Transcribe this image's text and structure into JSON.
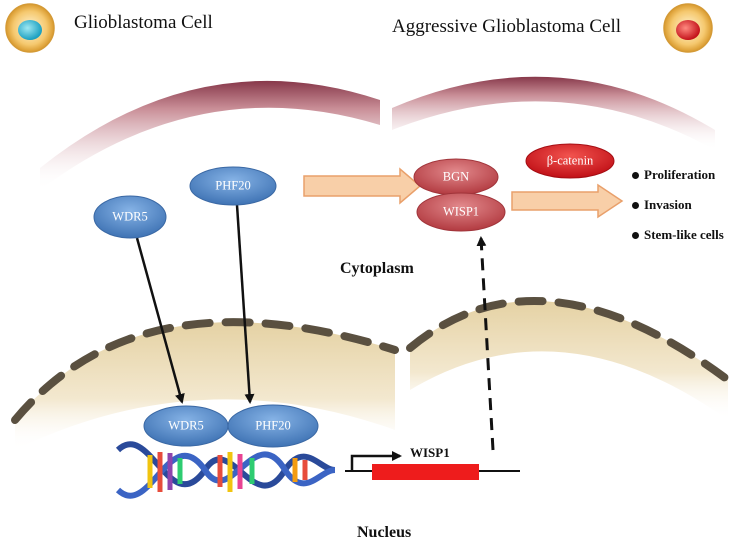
{
  "header": {
    "left_title": "Glioblastoma Cell",
    "right_title": "Aggressive Glioblastoma Cell"
  },
  "compartments": {
    "cytoplasm": "Cytoplasm",
    "nucleus": "Nucleus"
  },
  "proteins": {
    "wdr5": "WDR5",
    "phf20": "PHF20",
    "wdr5_nuclear": "WDR5",
    "phf20_nuclear": "PHF20",
    "bgn": "BGN",
    "wisp1": "WISP1",
    "beta_catenin": "β-catenin"
  },
  "gene": {
    "label": "WISP1"
  },
  "outcomes": [
    {
      "label": "Proliferation"
    },
    {
      "label": "Invasion"
    },
    {
      "label": "Stem-like cells"
    }
  ],
  "colors": {
    "protein_blue": "#4f86c6",
    "protein_red": "#c0484d",
    "beta_catenin_red": "#d4151c",
    "gene_red": "#ee1c1c",
    "arrow_fill": "#f8cfa8",
    "arrow_stroke": "#e9a06b",
    "membrane_dark": "#8a3040",
    "nuclear_tan": "#dcc795",
    "nuclear_dash": "#5a5040"
  },
  "icons": {
    "normal_cell": "cell-nucleus-cyan-icon",
    "aggressive_cell": "cell-nucleus-red-icon",
    "dna": "dna-helix-icon"
  }
}
